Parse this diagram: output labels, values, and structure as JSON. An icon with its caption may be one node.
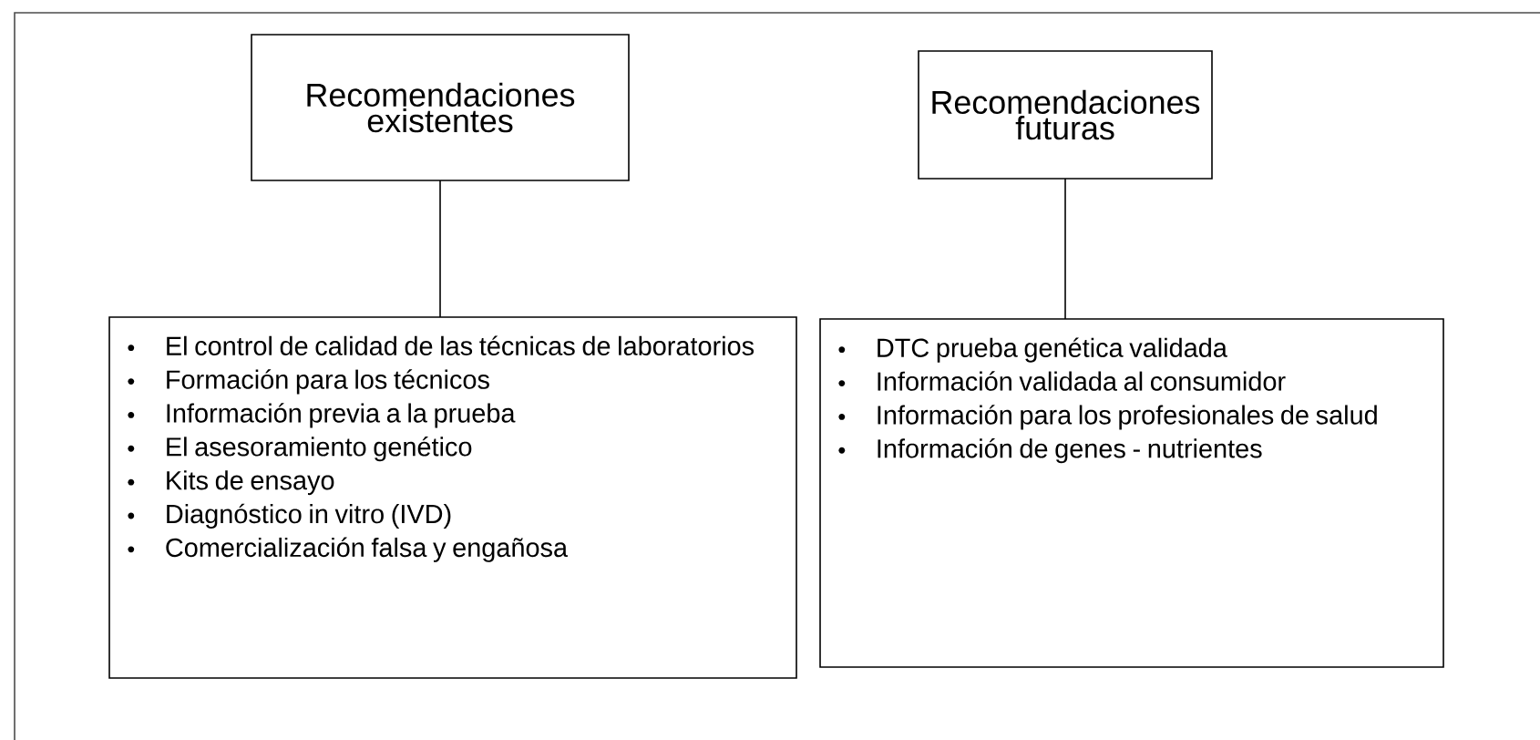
{
  "diagram": {
    "nodes": [
      {
        "text": [
          "Recomendaciones existentes"
        ]
      },
      {
        "text": [
          "El control de calidad de las técnicas de laboratorios",
          "Formación para los técnicos",
          "Información previa a la prueba",
          "El asesoramiento genético",
          "Kits de ensayo",
          "Diagnóstico in vitro (IVD)",
          "Comercialización falsa y engañosa"
        ]
      },
      {
        "text": [
          "Recomendaciones futuras"
        ]
      },
      {
        "text": [
          "DTC prueba genética validada",
          "Información validada al consumidor",
          "Información para los profesionales de salud",
          "Información de genes - nutrientes"
        ]
      }
    ],
    "edges": [
      {
        "from": 0,
        "to": 1,
        "arrow": "none"
      },
      {
        "from": 2,
        "to": 3,
        "arrow": "none"
      }
    ]
  }
}
